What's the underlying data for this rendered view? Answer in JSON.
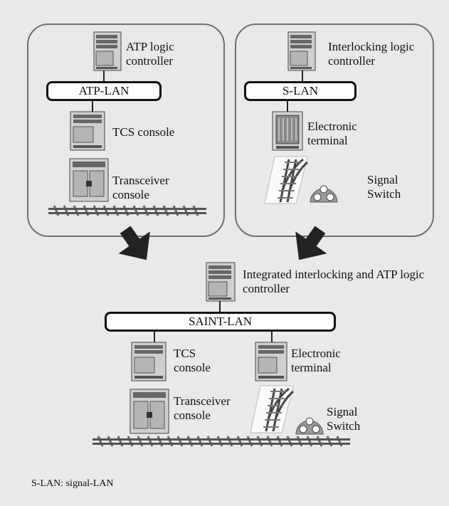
{
  "top_left": {
    "controller_label": "ATP logic controller",
    "lan_label": "ATP-LAN",
    "tcs_label": "TCS console",
    "transceiver_label": "Transceiver console"
  },
  "top_right": {
    "controller_label": "Interlocking logic controller",
    "lan_label": "S-LAN",
    "terminal_label": "Electronic terminal",
    "signal_switch_label": "Signal Switch"
  },
  "bottom": {
    "controller_label": "Integrated interlocking and ATP logic controller",
    "lan_label": "SAINT-LAN",
    "tcs_label": "TCS console",
    "terminal_label": "Electronic terminal",
    "transceiver_label": "Transceiver console",
    "signal_switch_label": "Signal Switch"
  },
  "footnote": "S-LAN: signal-LAN"
}
